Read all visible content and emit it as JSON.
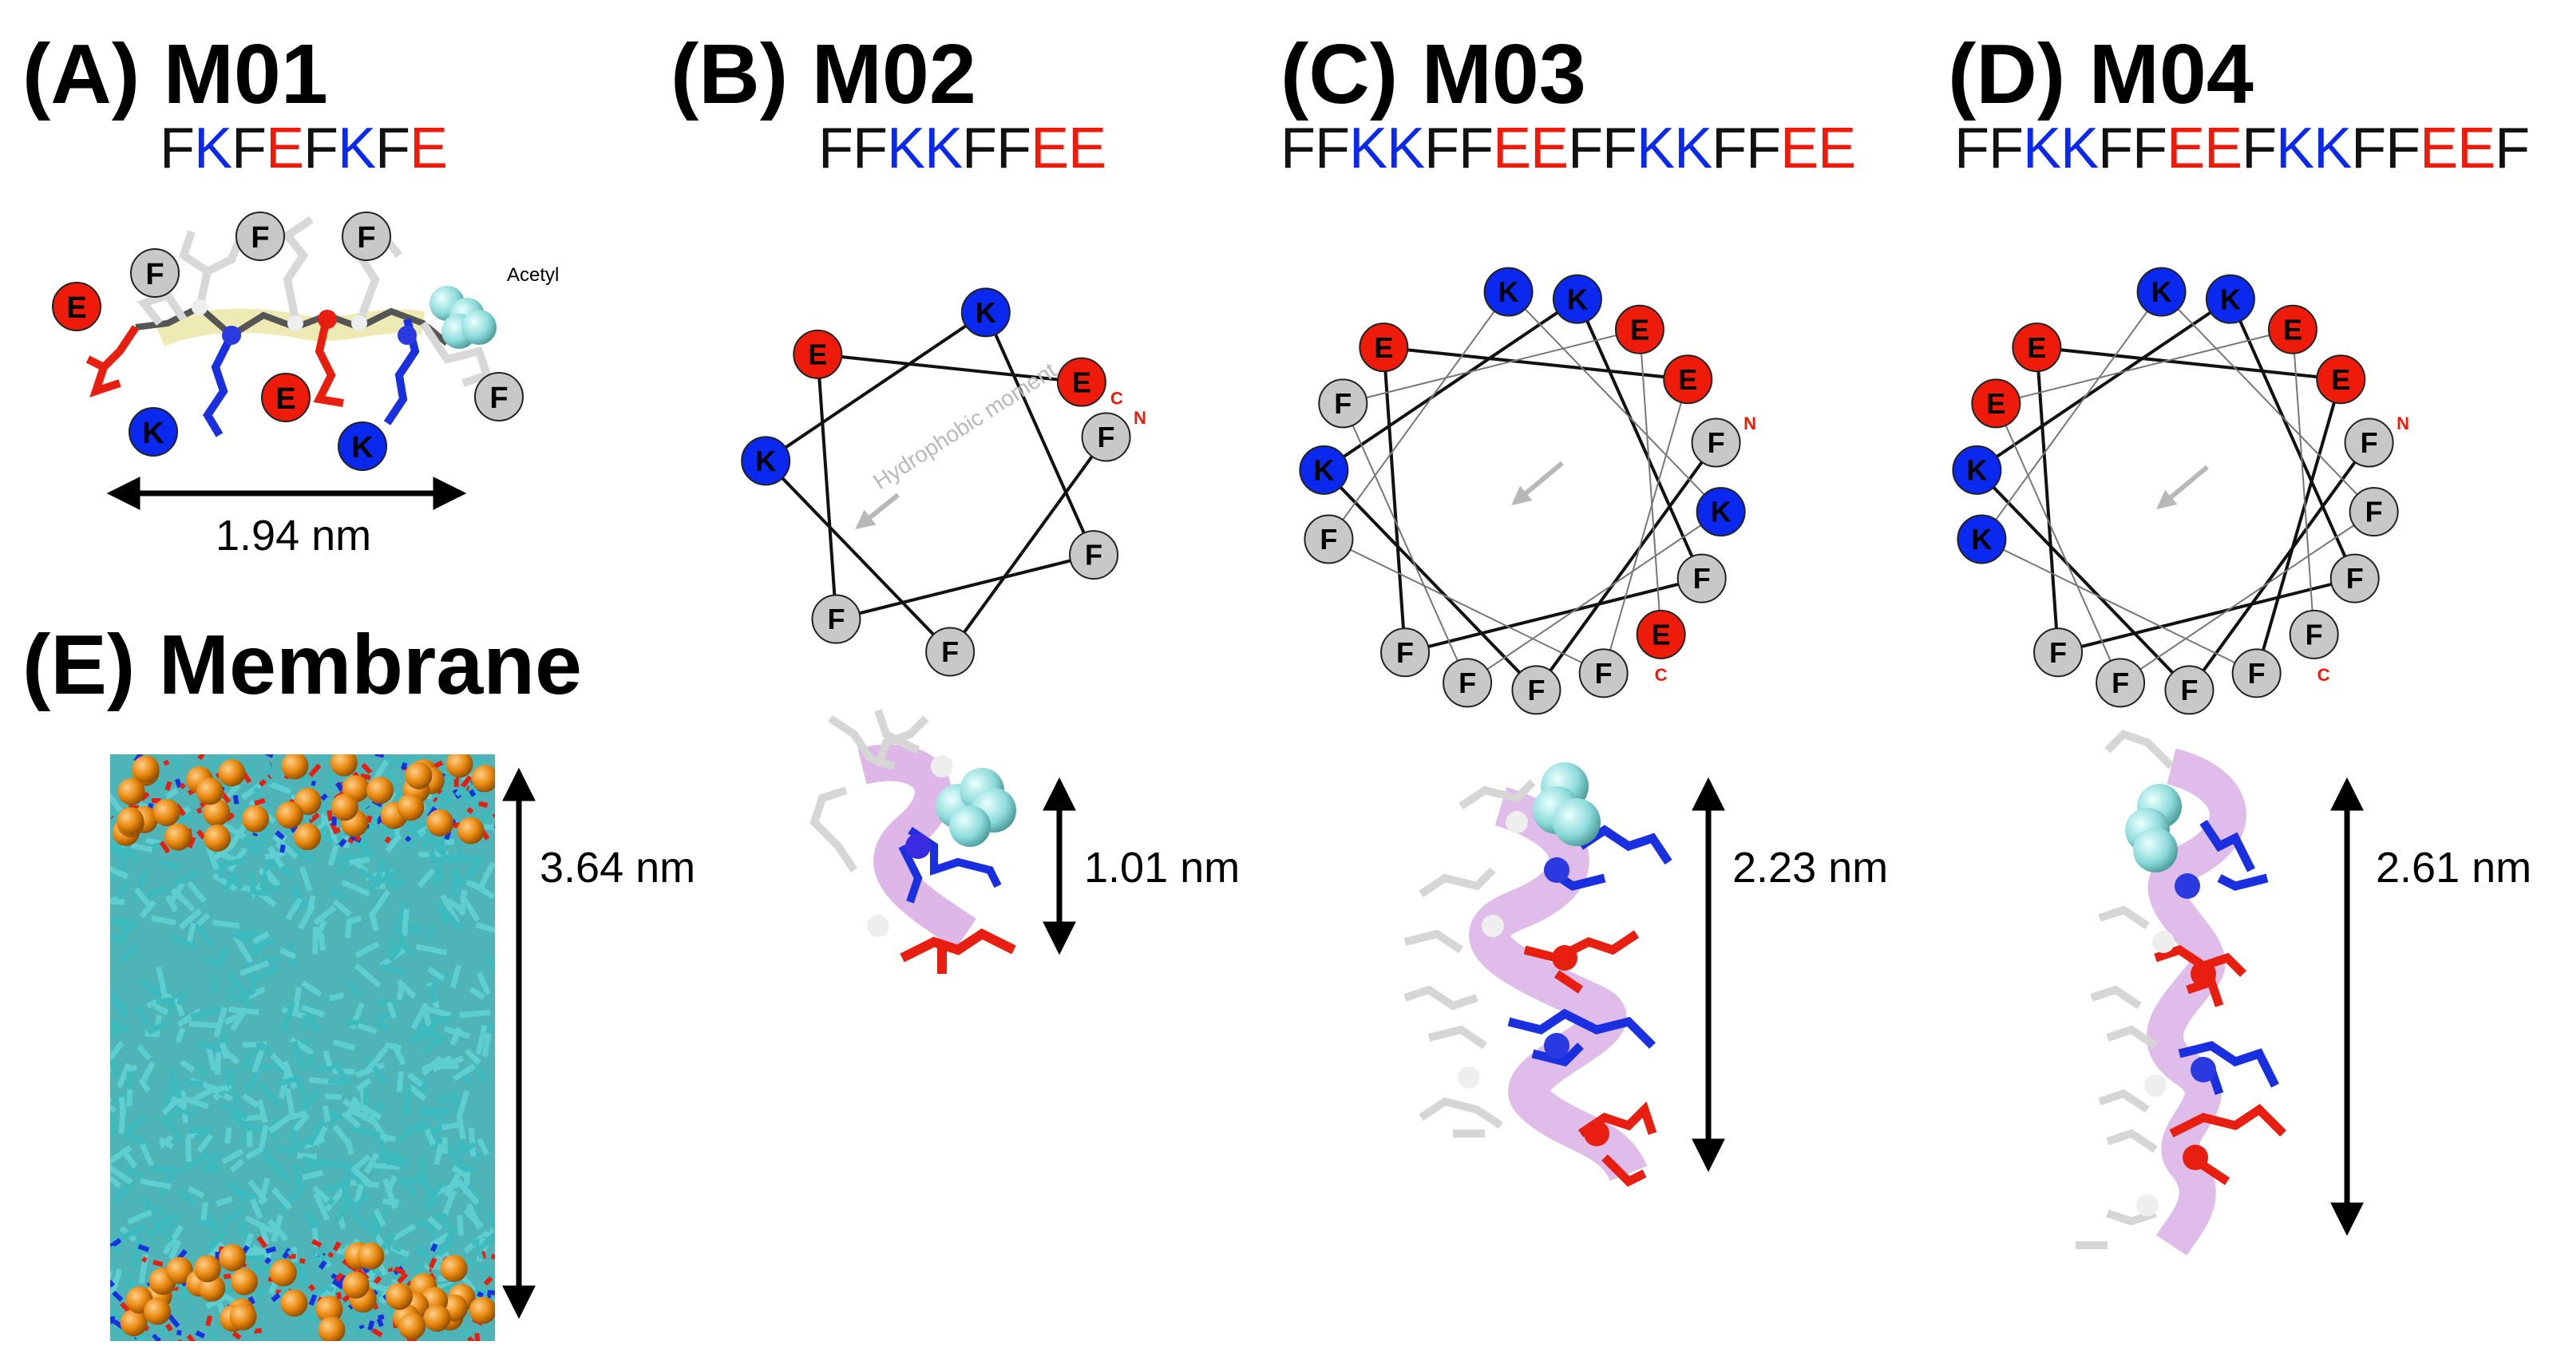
{
  "colors": {
    "F": "#c8c8c8",
    "K": "#0a28ee",
    "E": "#ee1a0a",
    "acetyl": "#8fdcdc",
    "lipid": "#3cbcc0",
    "phosphate": "#e8870e",
    "helix_ribbon": "#c27ad6",
    "moment_arrow": "#b8b8b8"
  },
  "panels": [
    {
      "id": "A",
      "title": "(A) M01",
      "sequence": "FKFEFKFE",
      "residue_labels": [
        "E",
        "F",
        "F",
        "F",
        "E",
        "K",
        "K",
        "F"
      ],
      "acetyl_label": "Acetyl",
      "length": "1.94 nm"
    },
    {
      "id": "B",
      "title": "(B) M02",
      "sequence": "FFKKFFEE",
      "wheel": [
        "F",
        "F",
        "K",
        "K",
        "F",
        "F",
        "E",
        "E"
      ],
      "n_label": "N",
      "c_label": "C",
      "moment_label": "Hydrophobic moment",
      "length": "1.01 nm"
    },
    {
      "id": "C",
      "title": "(C) M03",
      "sequence": "FFKKFFEEFFKKFFEE",
      "wheel": [
        "F",
        "F",
        "K",
        "K",
        "F",
        "F",
        "E",
        "E",
        "F",
        "F",
        "K",
        "K",
        "F",
        "F",
        "E",
        "E"
      ],
      "n_label": "N",
      "c_label": "C",
      "length": "2.23 nm"
    },
    {
      "id": "D",
      "title": "(D) M04",
      "sequence": "FFKKFFEEFKKFFEEF",
      "wheel": [
        "F",
        "F",
        "K",
        "K",
        "F",
        "F",
        "E",
        "E",
        "F",
        "K",
        "K",
        "F",
        "F",
        "E",
        "E",
        "F"
      ],
      "n_label": "N",
      "c_label": "C",
      "length": "2.61 nm"
    },
    {
      "id": "E",
      "title": "(E) Membrane",
      "length": "3.64 nm"
    }
  ]
}
